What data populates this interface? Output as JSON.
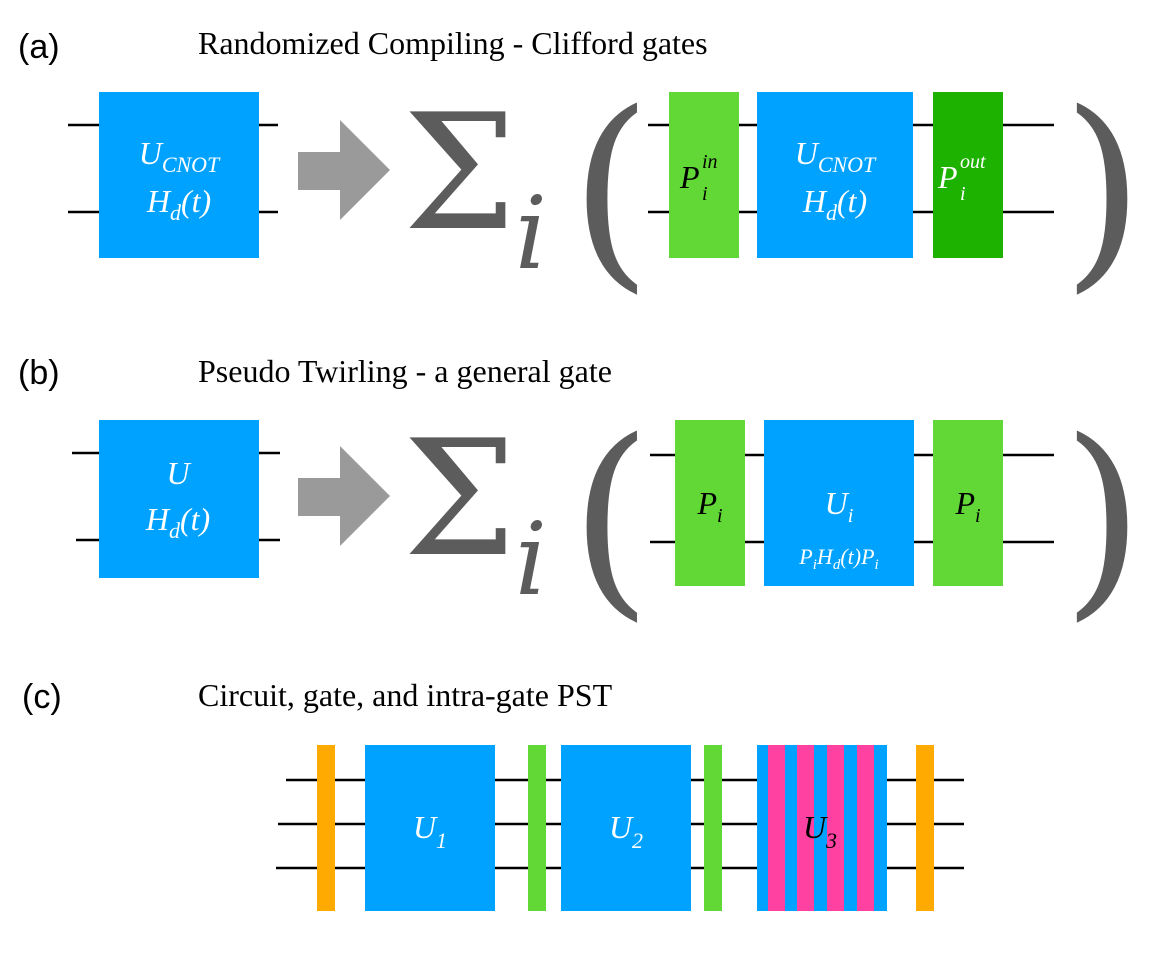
{
  "colors": {
    "gate_blue": "#00A2FF",
    "pauli_green": "#61D836",
    "pauli_dark_green": "#1DB100",
    "orange": "#FFAA00",
    "magenta": "#FF42A1",
    "arrow_gray": "#9A9A9A",
    "symbol_gray": "#5C5C5C"
  },
  "panel_a": {
    "label": "(a)",
    "title": "Randomized Compiling - Clifford gates",
    "gate": {
      "name": "U",
      "sub": "CNOT",
      "ham": "H",
      "ham_sub": "d",
      "ham_arg": "(t)"
    },
    "sum_symbol": "Σ",
    "sum_index": "i",
    "open_paren": "(",
    "close_paren": ")",
    "pre": {
      "name": "P",
      "sub": "i",
      "sup": "in"
    },
    "post": {
      "name": "P",
      "sub": "i",
      "sup": "out"
    }
  },
  "panel_b": {
    "label": "(b)",
    "title": "Pseudo Twirling - a general gate",
    "gate": {
      "name": "U",
      "ham": "H",
      "ham_sub": "d",
      "ham_arg": "(t)"
    },
    "sum_symbol": "Σ",
    "sum_index": "i",
    "open_paren": "(",
    "close_paren": ")",
    "pre": {
      "name": "P",
      "sub": "i"
    },
    "twirled_gate": {
      "name": "U",
      "sub": "i",
      "expr_p1": "P",
      "expr_p1_sub": "i",
      "expr_h": "H",
      "expr_h_sub": "d",
      "expr_arg": "(t)",
      "expr_p2": "P",
      "expr_p2_sub": "i"
    },
    "post": {
      "name": "P",
      "sub": "i"
    }
  },
  "panel_c": {
    "label": "(c)",
    "title": "Circuit, gate, and intra-gate PST",
    "gates": [
      {
        "name": "U",
        "sub": "1"
      },
      {
        "name": "U",
        "sub": "2"
      },
      {
        "name": "U",
        "sub": "3"
      }
    ]
  }
}
